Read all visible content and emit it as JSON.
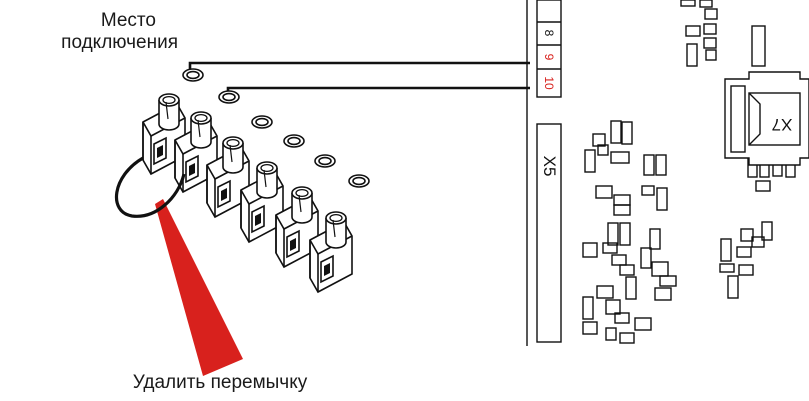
{
  "labels": {
    "connection_point_line1": "Место",
    "connection_point_line2": "подключения",
    "remove_jumper": "Удалить перемычку"
  },
  "connector_x5": {
    "name": "X5",
    "pins": [
      "8",
      "9",
      "10"
    ],
    "active_pins": [
      "9",
      "10"
    ]
  },
  "connector_x7": {
    "name": "X7"
  },
  "colors": {
    "line": "#111111",
    "pin_highlight": "#d8211d",
    "arrow": "#d8211d",
    "terminal_body": "#ffffff"
  },
  "terminal_block": {
    "positions": 6,
    "jumper_between": [
      "1",
      "2"
    ]
  }
}
